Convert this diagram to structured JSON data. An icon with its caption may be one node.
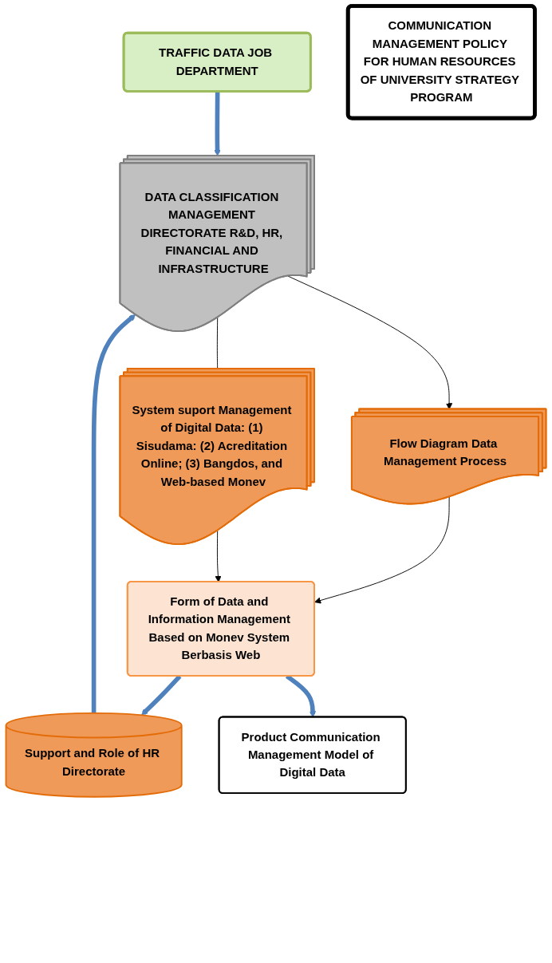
{
  "diagram": {
    "nodes": [
      {
        "text": [
          "TRAFFIC DATA JOB DEPARTMENT"
        ]
      },
      {
        "text": [
          "DATA CLASSIFICATION MANAGEMENT DIRECTORATE R&D, HR, FINANCIAL AND INFRASTRUCTURE"
        ]
      },
      {
        "text": [
          "System suport Management of Digital Data: (1) Sisudama: (2) Acreditation Online; (3) Bangdos, and Web-based Monev"
        ]
      },
      {
        "text": [
          "Flow Diagram Data Management Process"
        ]
      },
      {
        "text": [
          "Support and Role of HR Directorate"
        ]
      },
      {
        "text": [
          "Form of Data and Information Management Based on Monev System Berbasis Web"
        ]
      },
      {
        "text": [
          "Product Communication Management Model of Digital Data"
        ]
      },
      {
        "text": [
          "COMMUNICATION MANAGEMENT POLICY FOR HUMAN RESOURCES OF UNIVERSITY STRATEGY PROGRAM"
        ]
      }
    ],
    "edges": [
      {
        "from": 0,
        "to": 1,
        "arrow": "to",
        "style": "thick",
        "color": "#4f81bd"
      },
      {
        "from": 1,
        "to": 2,
        "arrow": "none",
        "color": "#000000"
      },
      {
        "from": 1,
        "to": 3,
        "arrow": "to",
        "color": "#000000"
      },
      {
        "from": 4,
        "to": 1,
        "arrow": "to",
        "style": "thick",
        "color": "#4f81bd"
      },
      {
        "from": 5,
        "to": 4,
        "arrow": "to",
        "style": "thick",
        "color": "#4f81bd"
      },
      {
        "from": 3,
        "to": 5,
        "arrow": "to",
        "color": "#000000"
      },
      {
        "from": 2,
        "to": 5,
        "arrow": "to",
        "color": "#000000"
      },
      {
        "from": 5,
        "to": 6,
        "arrow": "to",
        "style": "thick",
        "color": "#4f81bd"
      }
    ]
  }
}
